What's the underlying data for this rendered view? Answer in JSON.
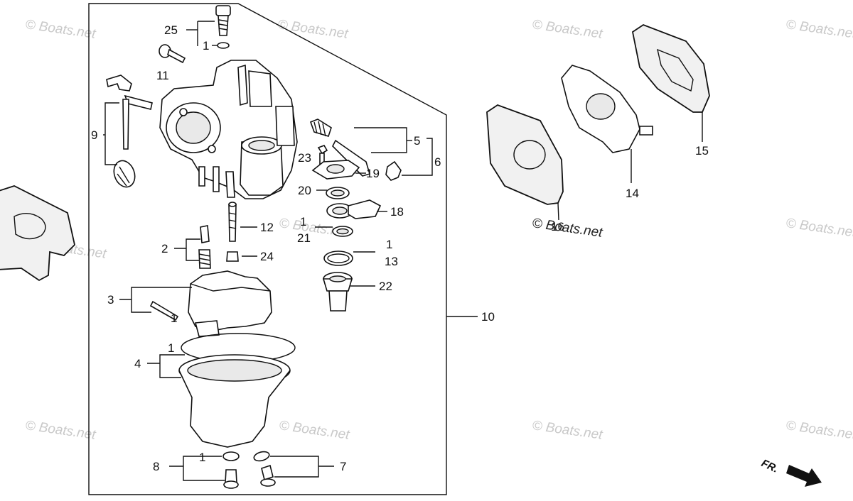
{
  "watermark": "© Boats.net",
  "direction_label": "FR.",
  "callouts": {
    "c1": "1",
    "c2": "2",
    "c3": "3",
    "c4": "4",
    "c5": "5",
    "c6": "6",
    "c7": "7",
    "c8": "8",
    "c9": "9",
    "c10": "10",
    "c11": "11",
    "c12": "12",
    "c13": "13",
    "c14": "14",
    "c15": "15",
    "c16": "16",
    "c18": "18",
    "c19": "19",
    "c20": "20",
    "c21": "21",
    "c22": "22",
    "c23": "23",
    "c24": "24",
    "c25": "25"
  }
}
